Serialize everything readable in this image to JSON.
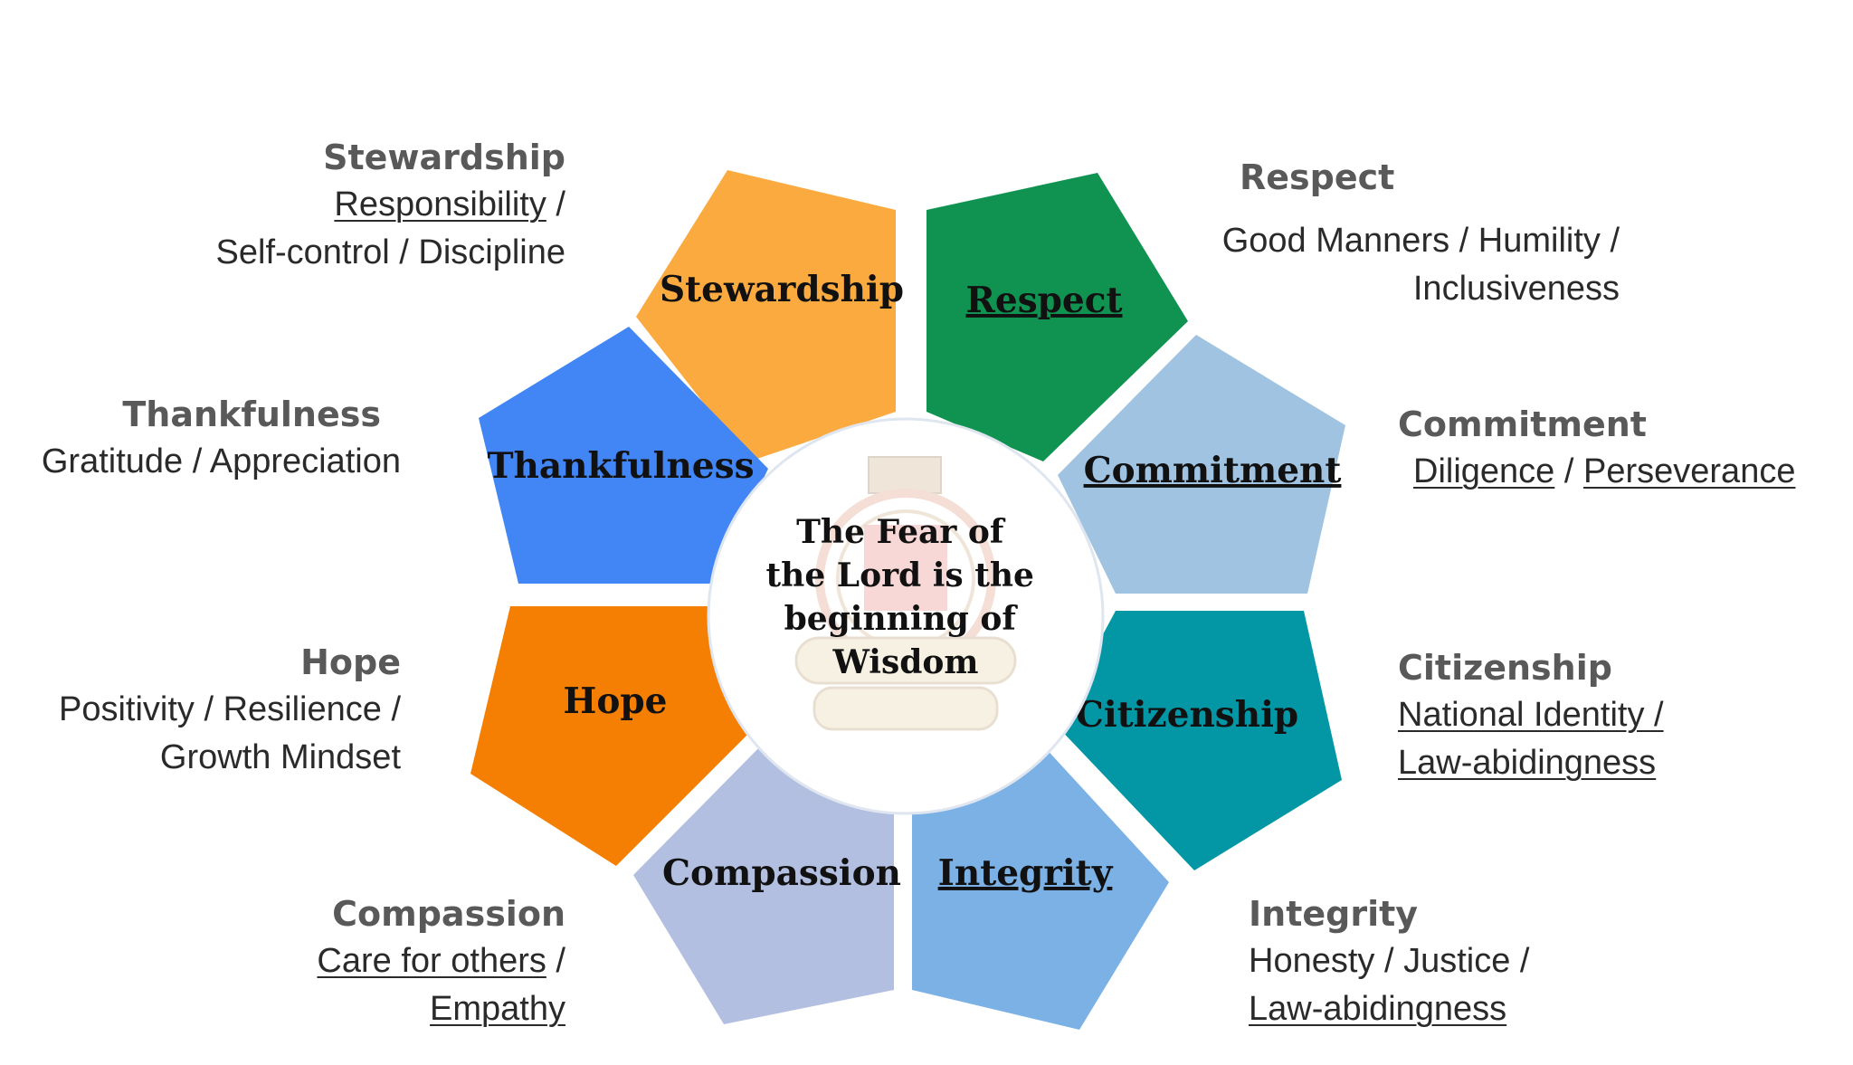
{
  "center_text": [
    "The Fear of",
    "the Lord is the",
    "beginning of",
    "Wisdom"
  ],
  "petals": [
    {
      "label": "Stewardship",
      "color": "#FBAA40",
      "underlined": false
    },
    {
      "label": "Respect",
      "color": "#109351",
      "underlined": true
    },
    {
      "label": "Commitment",
      "color": "#A0C3E2",
      "underlined": true
    },
    {
      "label": "Citizenship",
      "color": "#0397A5",
      "underlined": false
    },
    {
      "label": "Integrity",
      "color": "#7BB1E5",
      "underlined": true
    },
    {
      "label": "Compassion",
      "color": "#B2BFE0",
      "underlined": false
    },
    {
      "label": "Hope",
      "color": "#F57F02",
      "underlined": false
    },
    {
      "label": "Thankfulness",
      "color": "#4285F4",
      "underlined": false
    }
  ],
  "descriptions": {
    "stewardship": {
      "title": "Stewardship",
      "lines": [
        [
          {
            "t": "Responsibility",
            "u": true
          },
          {
            "t": " /",
            "u": false
          }
        ],
        [
          {
            "t": "Self-control / Discipline",
            "u": false
          }
        ]
      ]
    },
    "respect": {
      "title": "Respect",
      "lines": [
        [
          {
            "t": "Good Manners / Humility /",
            "u": false
          }
        ],
        [
          {
            "t": "Inclusiveness",
            "u": false
          }
        ]
      ]
    },
    "thankfulness": {
      "title": "Thankfulness",
      "lines": [
        [
          {
            "t": "Gratitude / Appreciation",
            "u": false
          }
        ]
      ]
    },
    "commitment": {
      "title": "Commitment",
      "lines": [
        [
          {
            "t": "Diligence",
            "u": true
          },
          {
            "t": " / ",
            "u": false
          },
          {
            "t": "Perseverance",
            "u": true
          }
        ]
      ]
    },
    "hope": {
      "title": "Hope",
      "lines": [
        [
          {
            "t": "Positivity / Resilience /",
            "u": false
          }
        ],
        [
          {
            "t": "Growth Mindset",
            "u": false
          }
        ]
      ]
    },
    "citizenship": {
      "title": "Citizenship",
      "lines": [
        [
          {
            "t": "National Identity /",
            "u": true
          }
        ],
        [
          {
            "t": "Law-abidingness",
            "u": true
          }
        ]
      ]
    },
    "compassion": {
      "title": "Compassion",
      "lines": [
        [
          {
            "t": "Care for others",
            "u": true
          },
          {
            "t": " /",
            "u": false
          }
        ],
        [
          {
            "t": "Empathy",
            "u": true
          }
        ]
      ]
    },
    "integrity": {
      "title": "Integrity",
      "lines": [
        [
          {
            "t": "Honesty / Justice /",
            "u": false
          }
        ],
        [
          {
            "t": "Law-abidingness",
            "u": true
          }
        ]
      ]
    }
  }
}
